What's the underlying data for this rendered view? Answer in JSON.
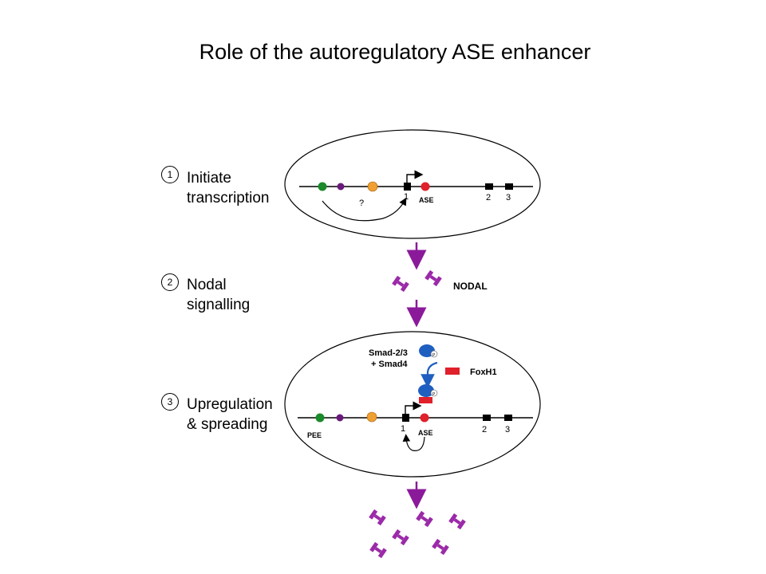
{
  "title": "Role of the autoregulatory ASE enhancer",
  "steps": [
    {
      "number": "1",
      "line1": "Initiate",
      "line2": "transcription"
    },
    {
      "number": "2",
      "line1": "Nodal",
      "line2": "signalling"
    },
    {
      "number": "3",
      "line1": "Upregulation",
      "line2": "& spreading"
    }
  ],
  "gene_labels": {
    "exon1": "1",
    "exon2": "2",
    "exon3": "3",
    "ase": "ASE",
    "unknown": "?",
    "pee": "PEE"
  },
  "signal_labels": {
    "nodal": "NODAL",
    "smad_line1": "Smad-2/3",
    "smad_line2": "+ Smad4",
    "phospho": "P",
    "foxh1": "FoxH1"
  },
  "colors": {
    "arrow": "#8b1a9a",
    "ligand": "#9b2aa8",
    "smad": "#1f5fc0",
    "smad_arrow": "#1f5fc0",
    "foxh1": "#e0202a",
    "green_site": "#1a8a2a",
    "purple_site": "#6a1a7a",
    "orange_site": "#f0a030",
    "ase_site": "#e0202a"
  }
}
